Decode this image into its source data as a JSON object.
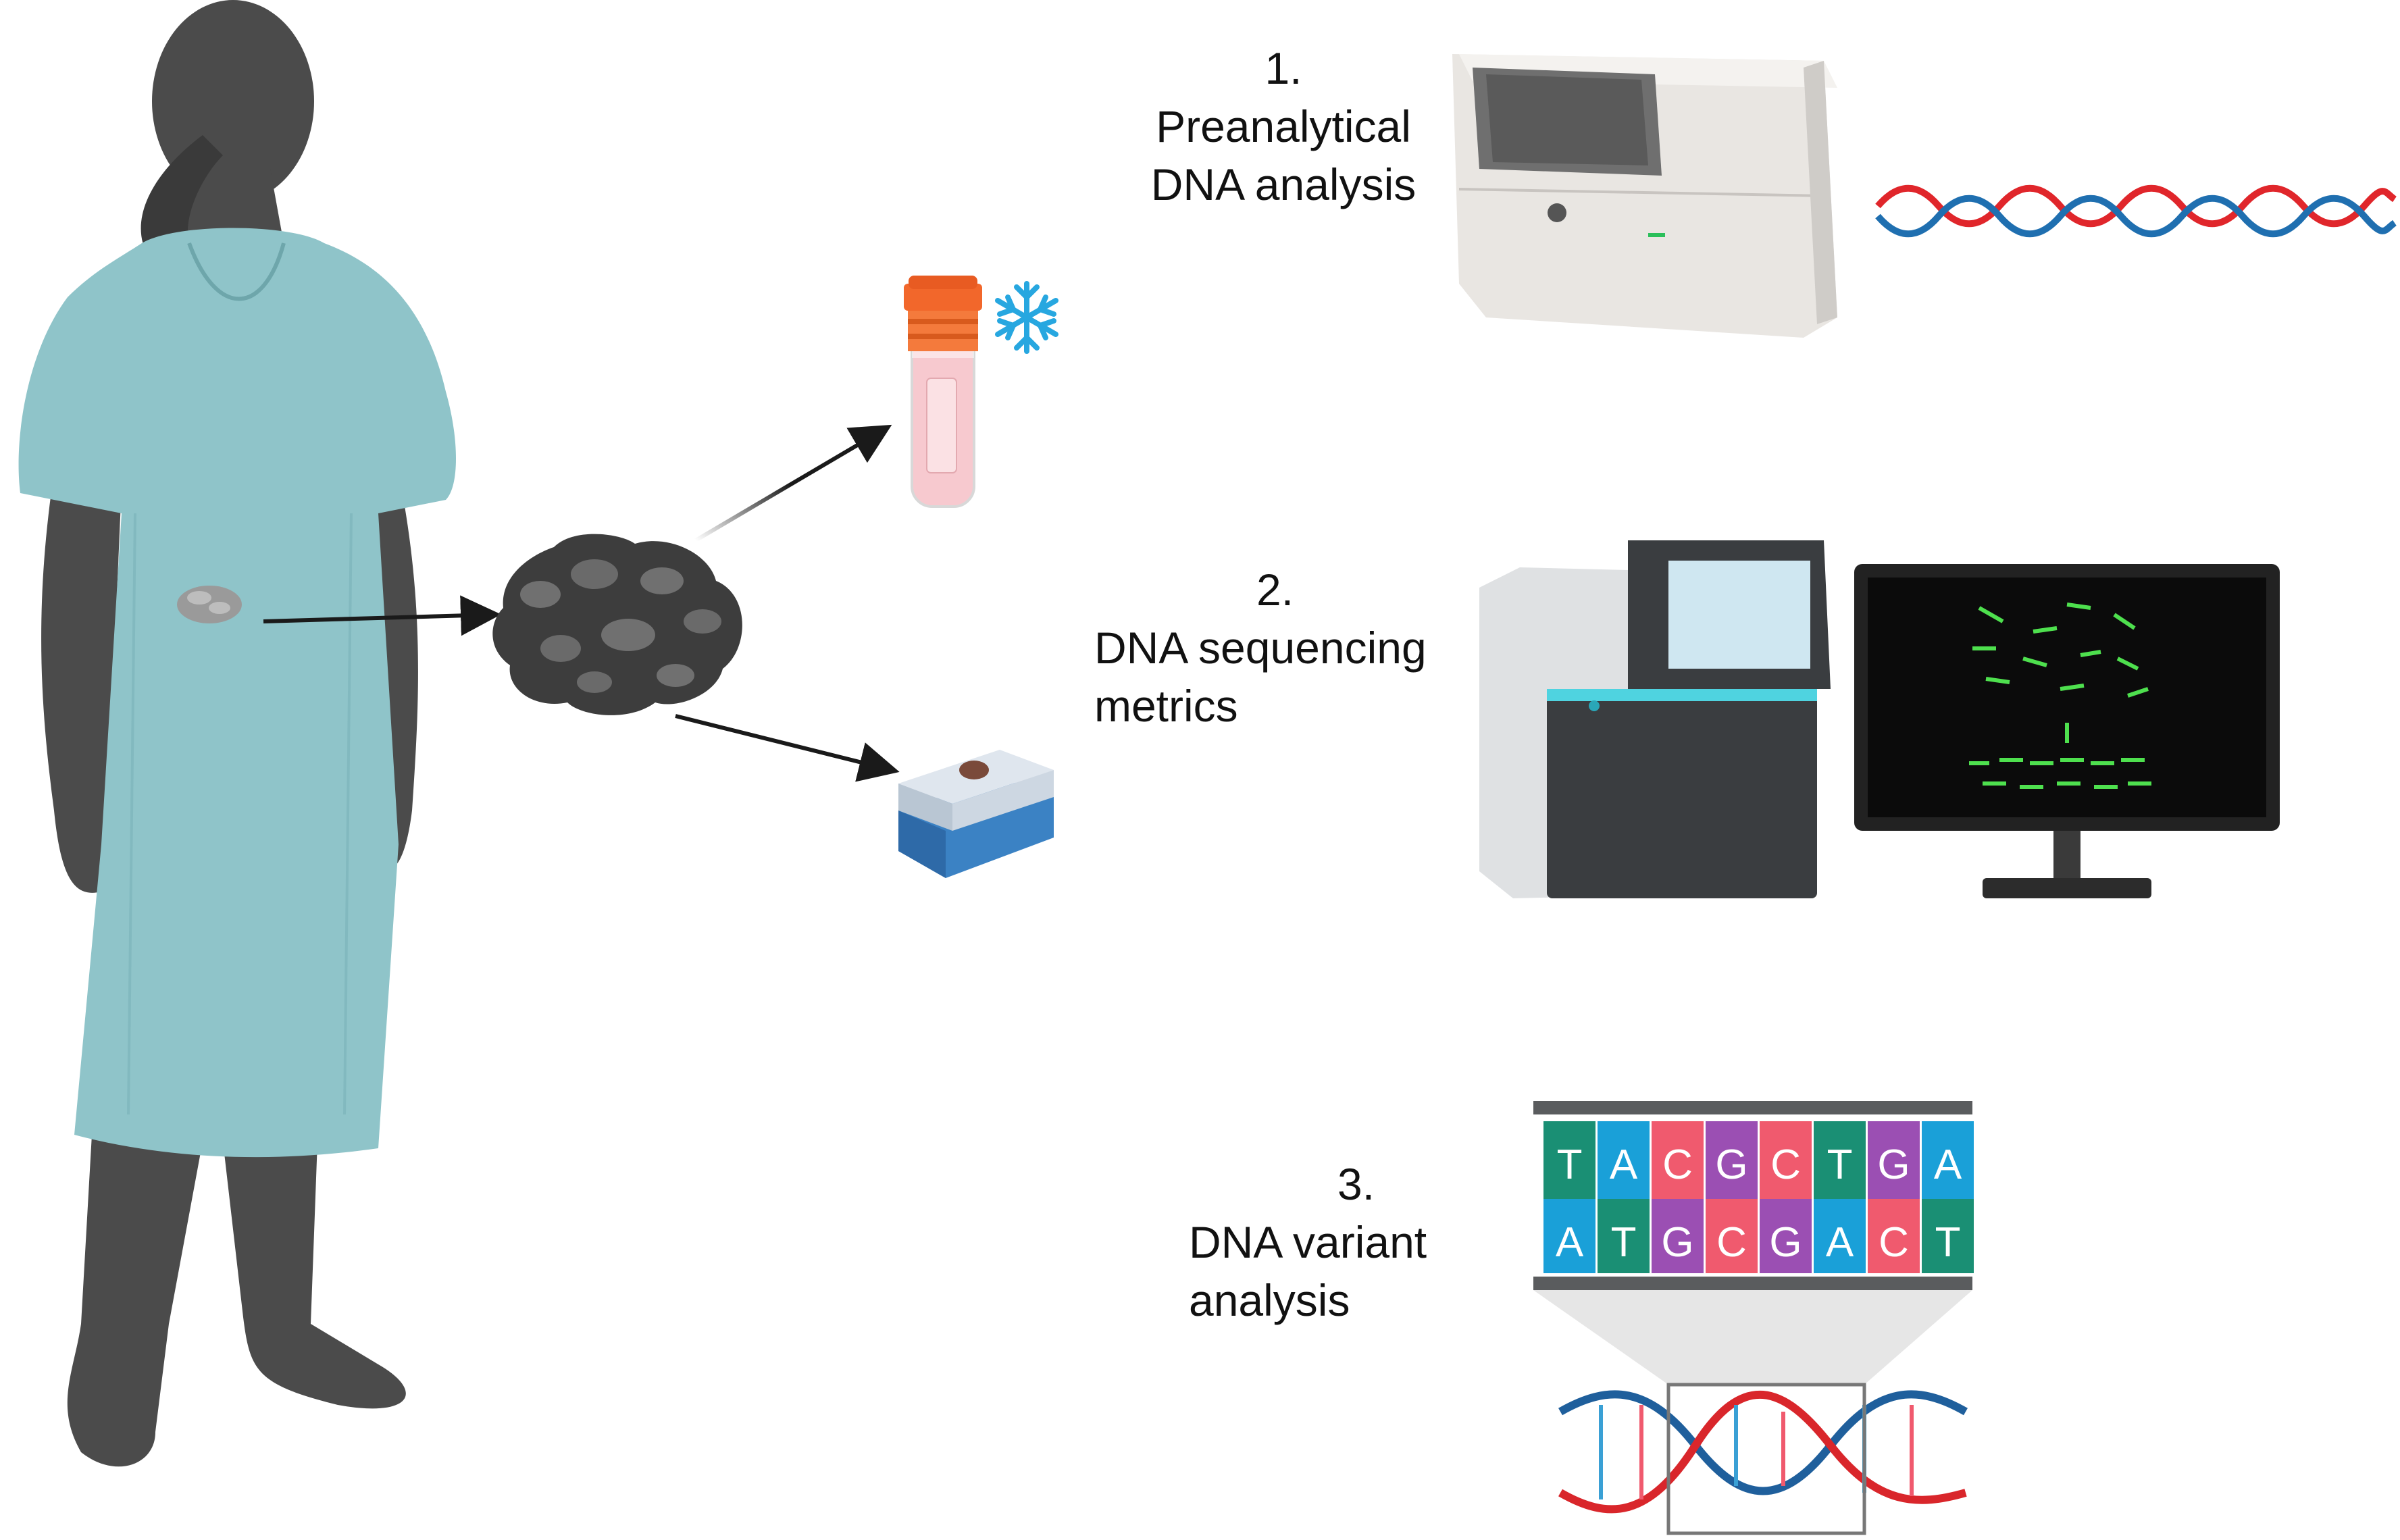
{
  "steps": [
    {
      "number": "1.",
      "line1": "Preanalytical",
      "line2": "DNA analysis"
    },
    {
      "number": "2.",
      "line1": "DNA sequencing",
      "line2": "metrics"
    },
    {
      "number": "3.",
      "line1": "DNA variant",
      "line2": "analysis"
    }
  ],
  "sequence": {
    "top": [
      "T",
      "A",
      "C",
      "G",
      "C",
      "T",
      "G",
      "A"
    ],
    "bottom": [
      "A",
      "T",
      "G",
      "C",
      "G",
      "A",
      "C",
      "T"
    ]
  },
  "base_colors": {
    "T": "#1a8f74",
    "A": "#1aa0d8",
    "C": "#f05a6e",
    "G": "#9b4fb3"
  },
  "icons": [
    "patient-figure-icon",
    "tumor-tissue-icon",
    "cryovial-icon",
    "snowflake-icon",
    "tissue-cassette-icon",
    "dna-extraction-instrument-icon",
    "dna-helix-icon",
    "sequencer-icon",
    "monitor-icon",
    "sequence-panel-icon"
  ]
}
